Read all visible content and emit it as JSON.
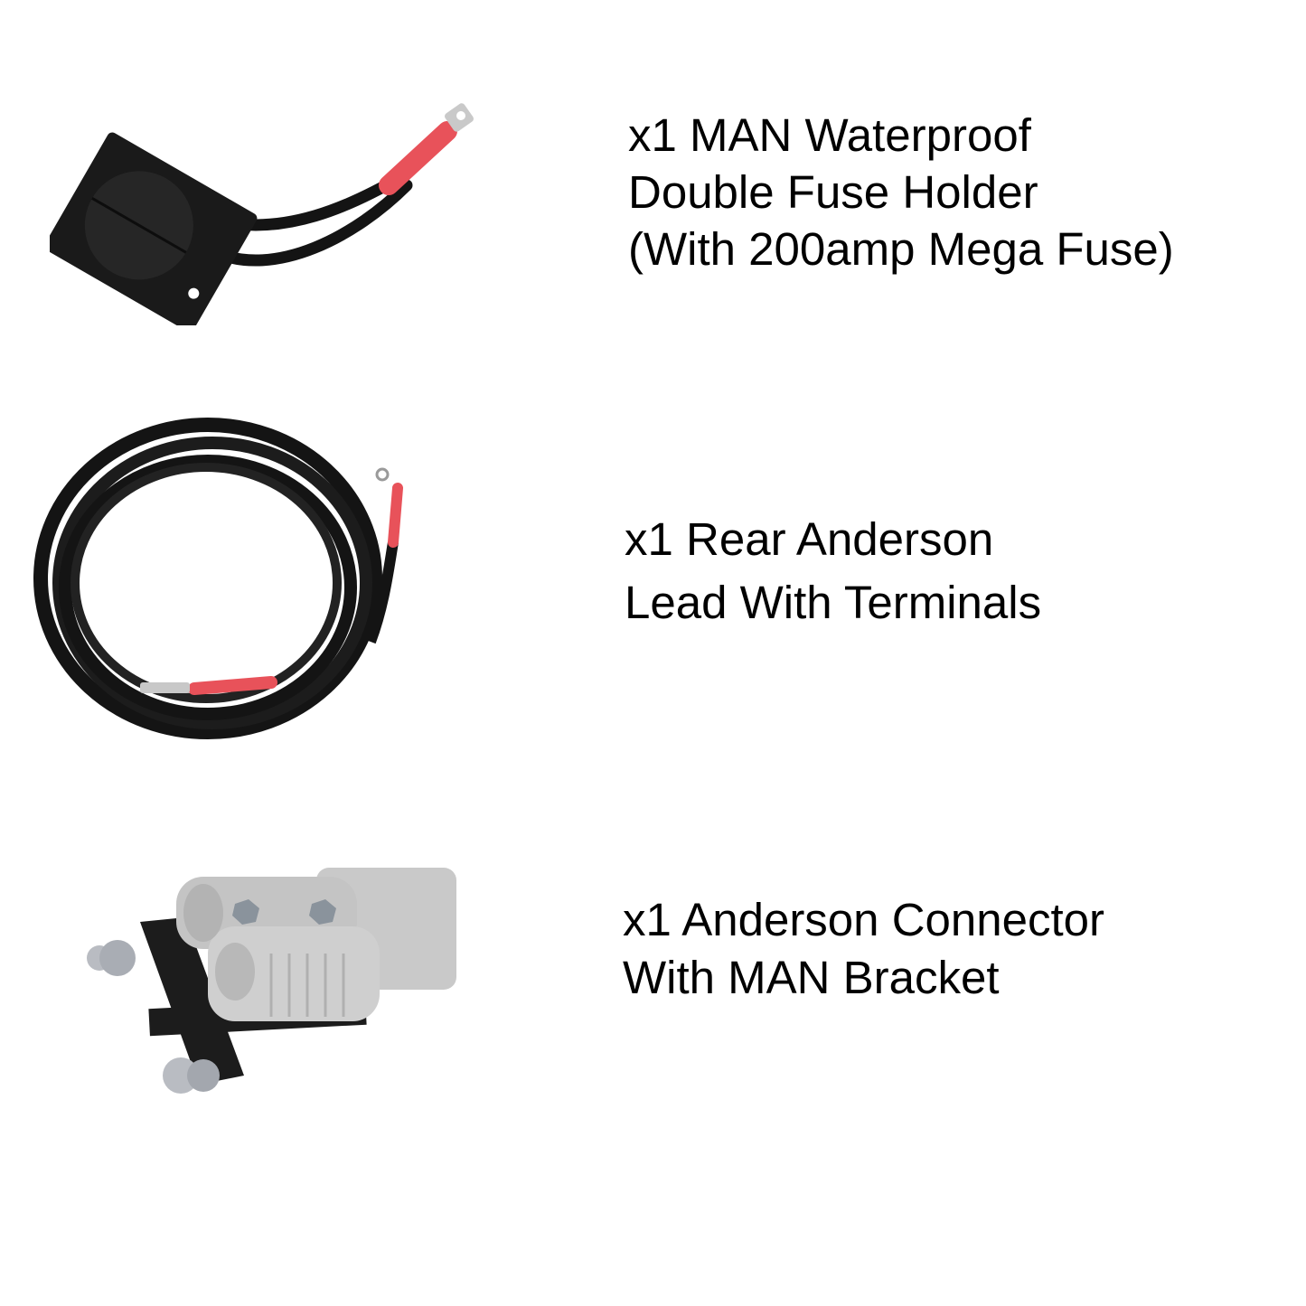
{
  "items": [
    {
      "id": "fuse-holder",
      "quantity": "x1",
      "lines": [
        "x1 MAN Waterproof",
        "Double Fuse Holder",
        "(With 200amp Mega Fuse)"
      ],
      "image_alt": "Black waterproof double fuse holder with two black cables joining into one red-sleeved ring terminal"
    },
    {
      "id": "anderson-lead",
      "quantity": "x1",
      "lines": [
        "x1 Rear Anderson",
        "Lead With Terminals"
      ],
      "image_alt": "Coiled black cable lead with red heat-shrink sleeves and crimped terminals"
    },
    {
      "id": "anderson-connector",
      "quantity": "x1",
      "lines": [
        "x1 Anderson Connector",
        "With MAN Bracket"
      ],
      "image_alt": "Grey Anderson plug connector mounted on a black steel bracket with zinc bolts"
    }
  ],
  "colors": {
    "background": "#ffffff",
    "text": "#000000",
    "cable_black": "#141414",
    "sleeve_red": "#e8525a",
    "connector_grey": "#c4c4c4",
    "metal": "#b9bcc2"
  }
}
